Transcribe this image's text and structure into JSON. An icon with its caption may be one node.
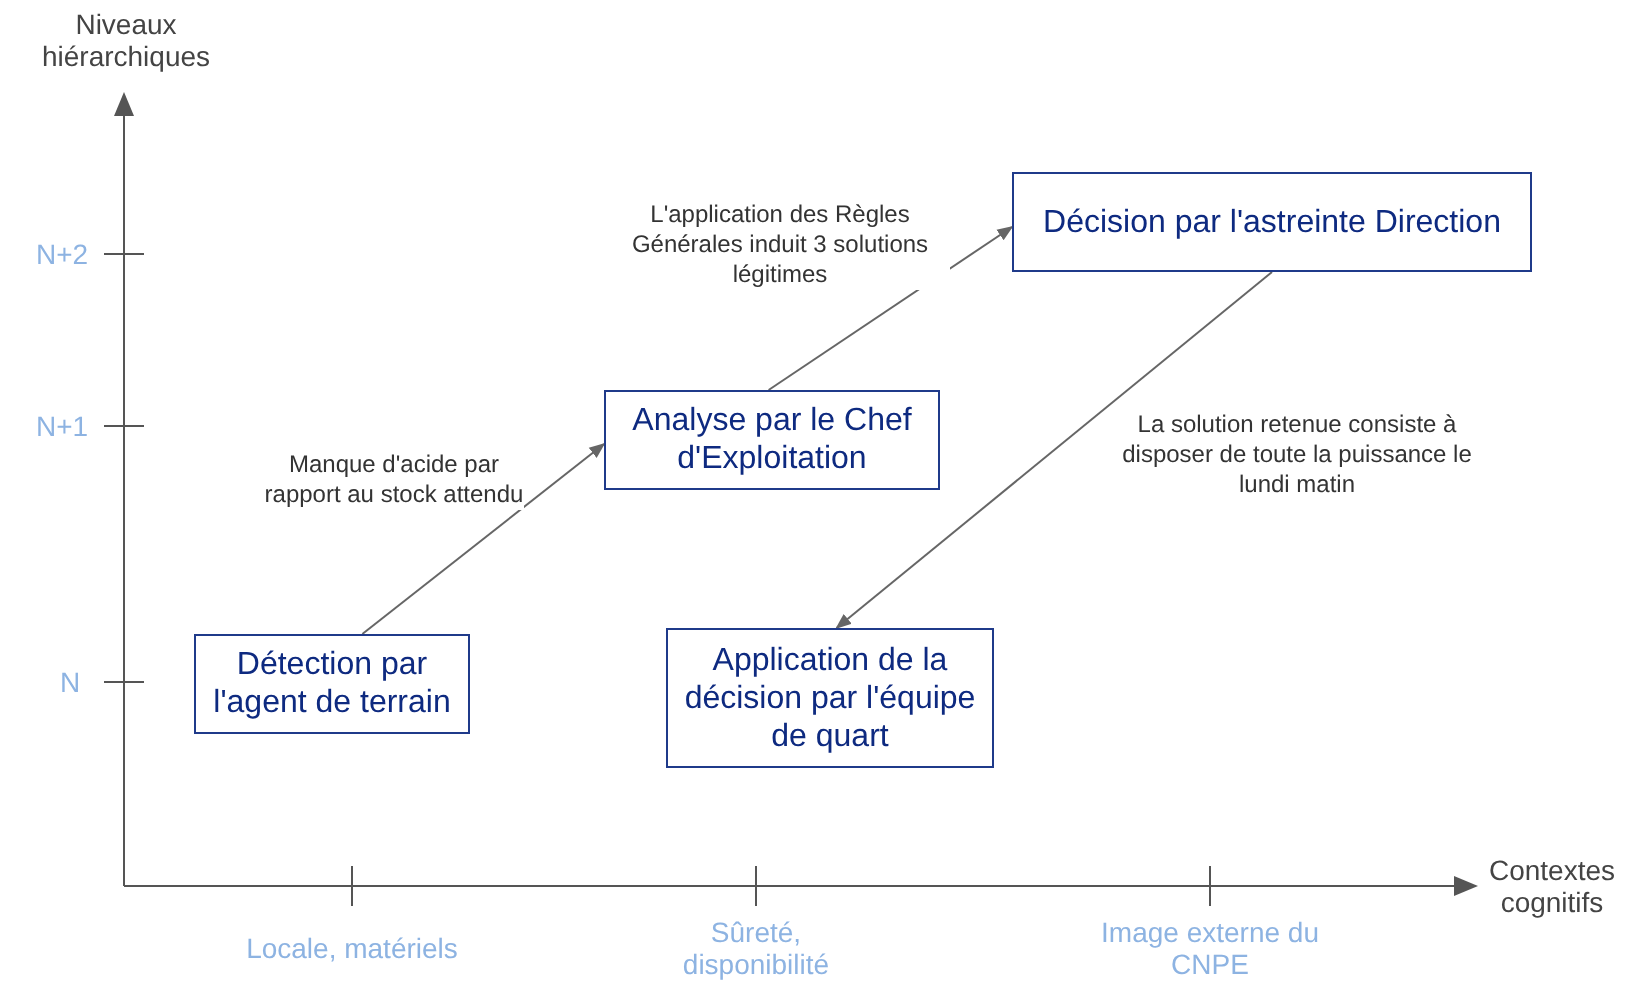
{
  "diagram": {
    "nodes": [
      {
        "text": [
          "Détection par l'agent de terrain"
        ]
      },
      {
        "text": [
          "Analyse par le Chef d'Exploitation"
        ]
      },
      {
        "text": [
          "Décision par l'astreinte Direction"
        ]
      },
      {
        "text": [
          "Application de la décision par l'équipe de quart"
        ]
      }
    ],
    "edges": [
      {
        "from": 0,
        "to": 1,
        "arrow": "to",
        "label": "Manque d'acide par rapport au stock attendu"
      },
      {
        "from": 1,
        "to": 2,
        "arrow": "to",
        "label": "L'application des Règles Générales induit 3 solutions légitimes"
      },
      {
        "from": 2,
        "to": 3,
        "arrow": "to",
        "label": "La solution retenue consiste à disposer de toute la puissance le lundi matin"
      }
    ],
    "labels": [
      "Niveaux hiérarchiques",
      "N+2",
      "N+1",
      "N",
      "Contextes cognitifs",
      "Locale, matériels",
      "Sûreté, disponibilité",
      "Image externe du CNPE"
    ]
  }
}
